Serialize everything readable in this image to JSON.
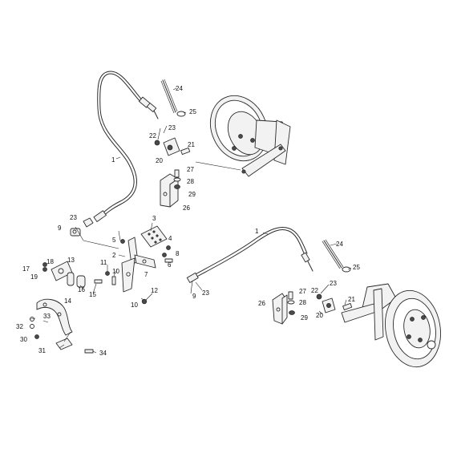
{
  "callouts": {
    "c1a": "1",
    "c1b": "1",
    "c2": "2",
    "c3": "3",
    "c4": "4",
    "c5": "5",
    "c6": "6",
    "c7": "7",
    "c8": "8",
    "c9a": "9",
    "c9b": "9",
    "c10a": "10",
    "c10b": "10",
    "c11": "11",
    "c12": "12",
    "c13": "13",
    "c14": "14",
    "c15": "15",
    "c16": "16",
    "c17": "17",
    "c18": "18",
    "c19": "19",
    "c20a": "20",
    "c20b": "20",
    "c21a": "21",
    "c21b": "21",
    "c22a": "22",
    "c22b": "22",
    "c23a": "23",
    "c23b": "23",
    "c23c": "23",
    "c23d": "23",
    "c24a": "24",
    "c24b": "24",
    "c25a": "25",
    "c25b": "25",
    "c26a": "26",
    "c26b": "26",
    "c27a": "27",
    "c27b": "27",
    "c28a": "28",
    "c28b": "28",
    "c29a": "29",
    "c29b": "29",
    "c30": "30",
    "c31": "31",
    "c32": "32",
    "c33": "33",
    "c34": "34"
  }
}
